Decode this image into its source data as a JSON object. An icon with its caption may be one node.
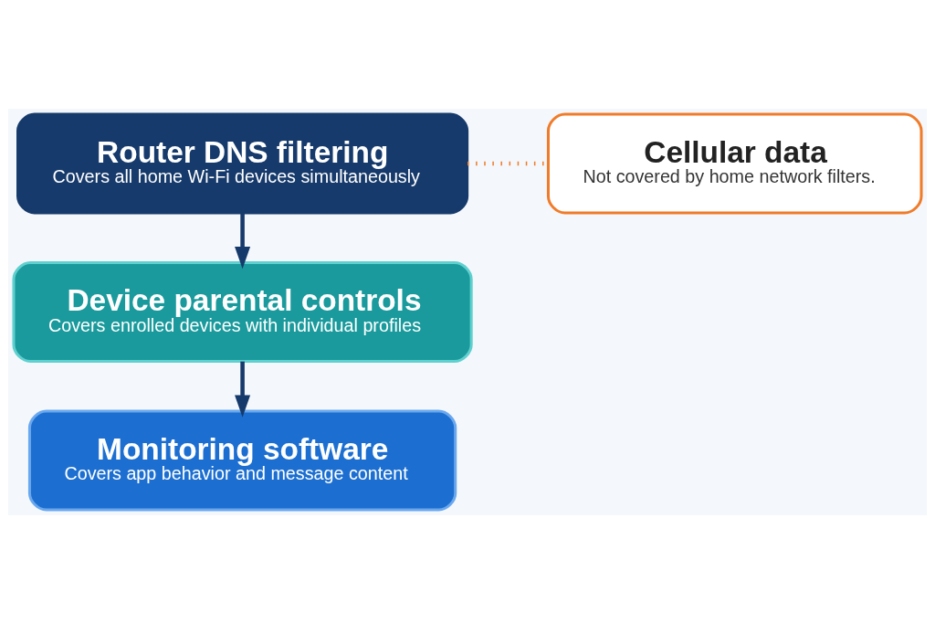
{
  "diagram": {
    "nodes": [
      {
        "text": [
          "Router DNS filtering",
          "Covers all home Wi-Fi devices simultaneously"
        ]
      },
      {
        "text": [
          "Device parental controls",
          "Covers enrolled devices with individual profiles"
        ]
      },
      {
        "text": [
          "Monitoring software",
          "Covers app behavior and message content"
        ]
      },
      {
        "text": [
          "Cellular data",
          "Not covered by home network filters."
        ]
      }
    ],
    "edges": [
      {
        "from": 0,
        "to": 1,
        "arrow": "to"
      },
      {
        "from": 1,
        "to": 2,
        "arrow": "to"
      },
      {
        "from": 0,
        "to": 3,
        "arrow": "none",
        "style": "dashed",
        "color": "#f07c2a"
      }
    ]
  }
}
